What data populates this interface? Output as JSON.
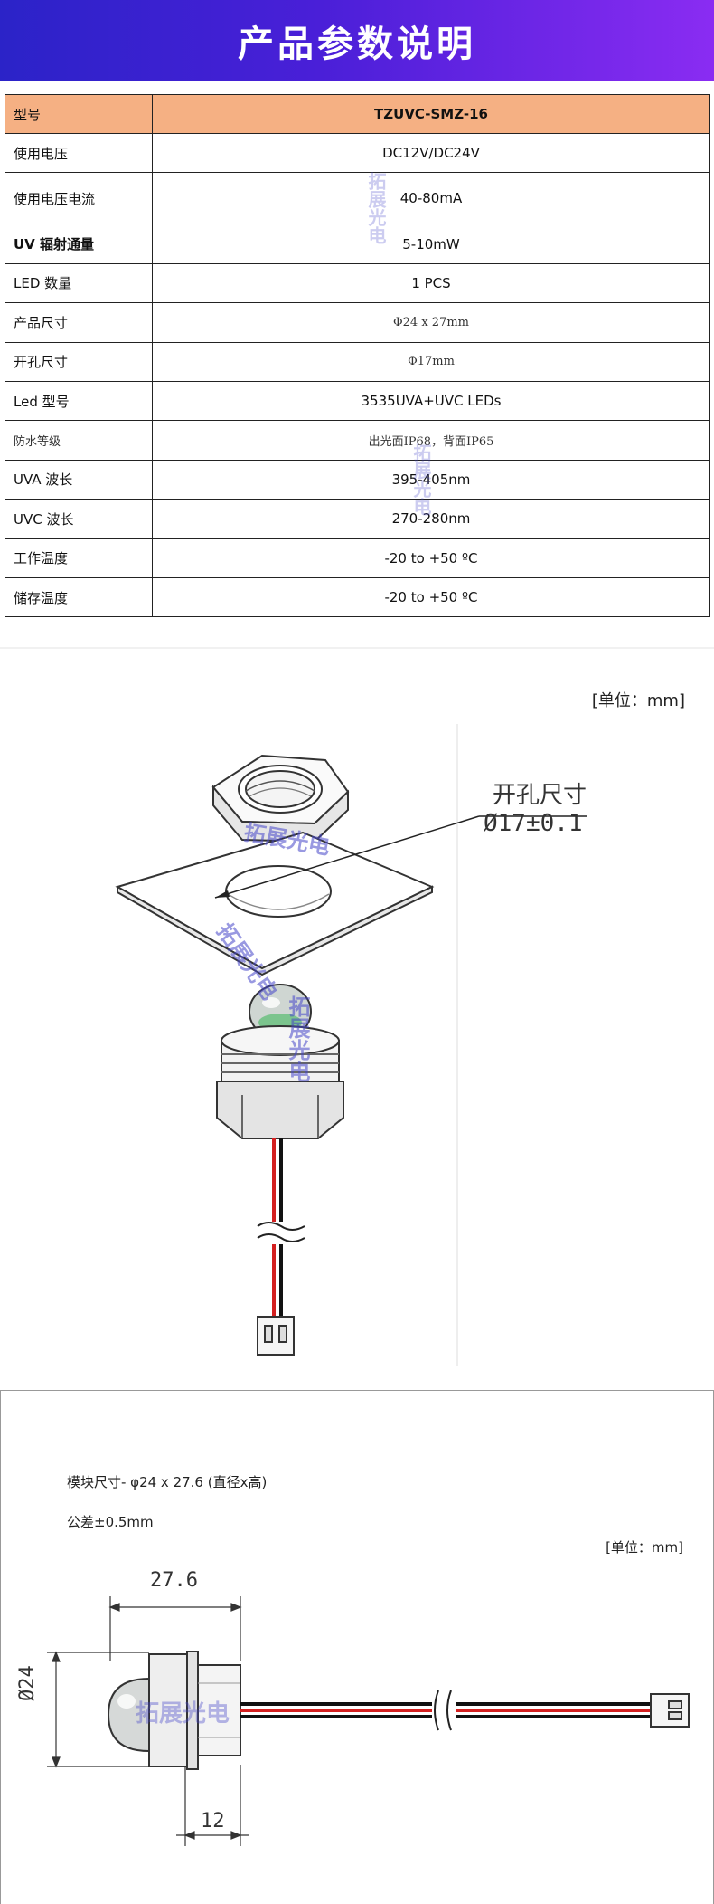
{
  "banner": {
    "title": "产品参数说明"
  },
  "specs": {
    "header": {
      "label": "型号",
      "value": "TZUVC-SMZ-16"
    },
    "rows": [
      {
        "label": "使用电压",
        "value": "DC12V/DC24V"
      },
      {
        "label": "使用电压电流",
        "value": "40-80mA"
      },
      {
        "label": "UV 辐射通量",
        "value": "5-10mW"
      },
      {
        "label": "LED 数量",
        "value": "1 PCS"
      },
      {
        "label": "产品尺寸",
        "value": "Φ24 x 27mm"
      },
      {
        "label": "开孔尺寸",
        "value": "Φ17mm"
      },
      {
        "label": "Led  型号",
        "value": "3535UVA+UVC LEDs"
      },
      {
        "label": "防水等级",
        "value": "出光面IP68，背面IP65"
      },
      {
        "label": "UVA 波长",
        "value": "395-405nm"
      },
      {
        "label": "UVC 波长",
        "value": "270-280nm"
      },
      {
        "label": "工作温度",
        "value": "-20 to +50 ºC"
      },
      {
        "label": "储存温度",
        "value": "-20 to +50 ºC"
      }
    ]
  },
  "drawing1": {
    "unit": "[单位：mm]",
    "hole_label": "开孔尺寸",
    "hole_dim": "Ø17±0.1"
  },
  "drawing2": {
    "module_size": "模块尺寸- φ24 x 27.6 (直径x高)",
    "tolerance": "公差±0.5mm",
    "unit": "[单位：mm]",
    "dim_length": "27.6",
    "dim_diameter": "Ø24",
    "dim_base": "12"
  },
  "watermark": "拓展光电",
  "colors": {
    "banner_start": "#2b23c8",
    "banner_end": "#8a2cf2",
    "header_row": "#f5b083",
    "wire_red": "#d42020"
  }
}
